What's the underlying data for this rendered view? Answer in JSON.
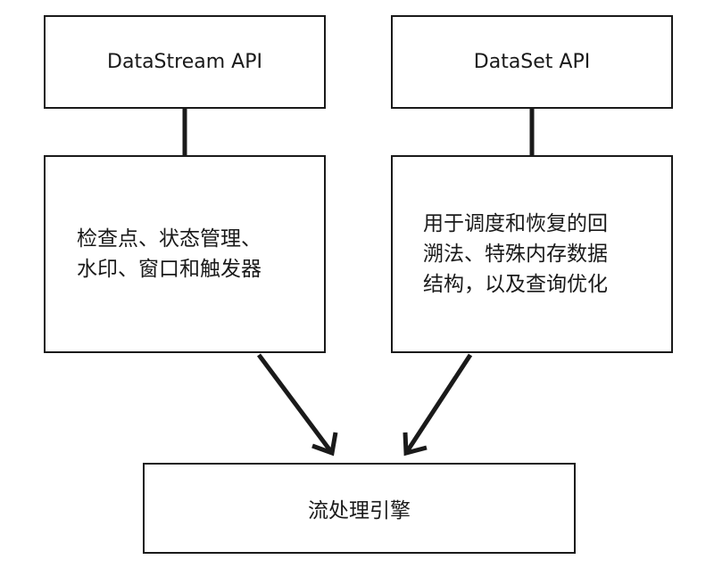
{
  "diagram": {
    "top_left_box": "DataStream API",
    "top_right_box": "DataSet API",
    "middle_left_box": "检查点、状态管理、\n水印、窗口和触发器",
    "middle_right_box": "用于调度和恢复的回\n溯法、特殊内存数据\n结构，以及查询优化",
    "bottom_box": "流处理引擎"
  }
}
